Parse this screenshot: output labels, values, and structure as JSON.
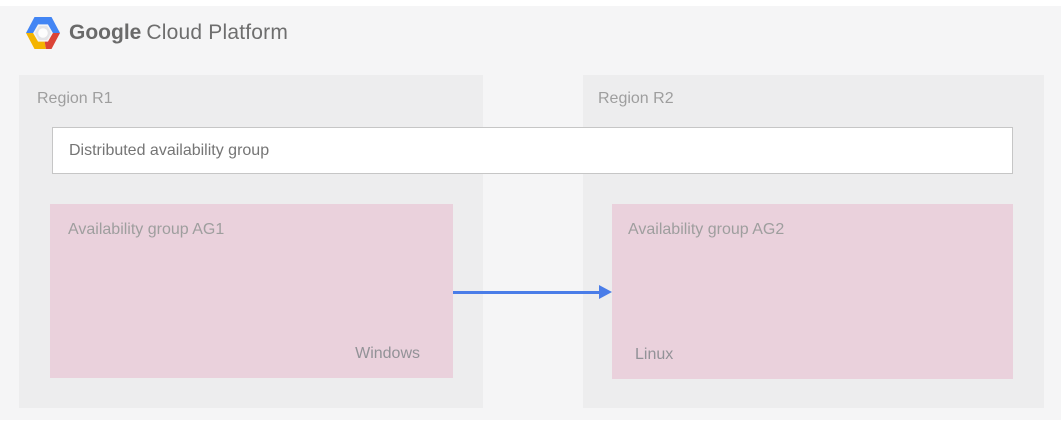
{
  "header": {
    "title_google": "Google",
    "title_product": "Cloud Platform"
  },
  "regions": [
    {
      "label": "Region R1"
    },
    {
      "label": "Region R2"
    }
  ],
  "distributed_group": {
    "label": "Distributed availability group"
  },
  "availability_groups": [
    {
      "label": "Availability group AG1",
      "platform": "Windows"
    },
    {
      "label": "Availability group AG2",
      "platform": "Linux"
    }
  ],
  "arrow": {
    "direction": "AG1-to-AG2",
    "color": "#4A7DE8"
  },
  "colors": {
    "canvas": "#F5F5F6",
    "region_fill": "#EDEDEE",
    "group_fill": "#EAD1DC",
    "box_border": "#C6C6C6",
    "label_gray": "#9E9E9E",
    "text_gray": "#757575",
    "logo_blue": "#4285F4",
    "logo_red": "#DB4437",
    "logo_yellow": "#F4B400"
  }
}
